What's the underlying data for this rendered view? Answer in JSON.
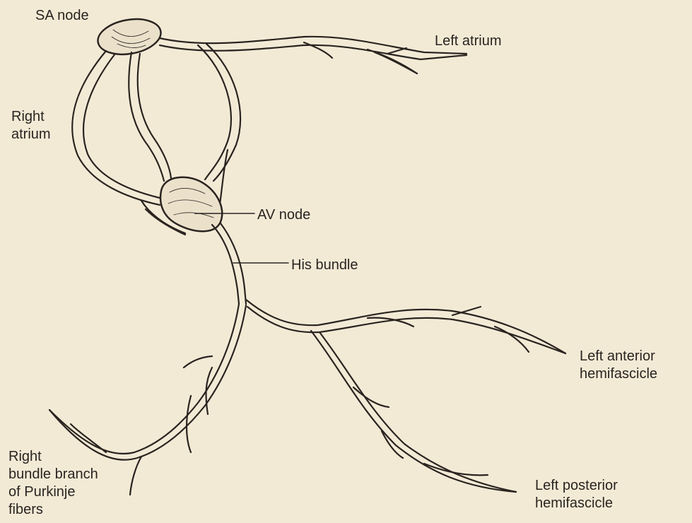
{
  "colors": {
    "background": "#f3ead6",
    "ink": "#2a2420"
  },
  "labels": {
    "sa_node": "SA node",
    "left_atrium": "Left atrium",
    "right_atrium": [
      "Right",
      "atrium"
    ],
    "av_node": "AV node",
    "his_bundle": "His bundle",
    "left_anterior": [
      "Left anterior",
      "hemifascicle"
    ],
    "right_bundle": [
      "Right",
      "bundle branch",
      "of Purkinje",
      "fibers"
    ],
    "left_posterior": [
      "Left posterior",
      "hemifascicle"
    ]
  }
}
